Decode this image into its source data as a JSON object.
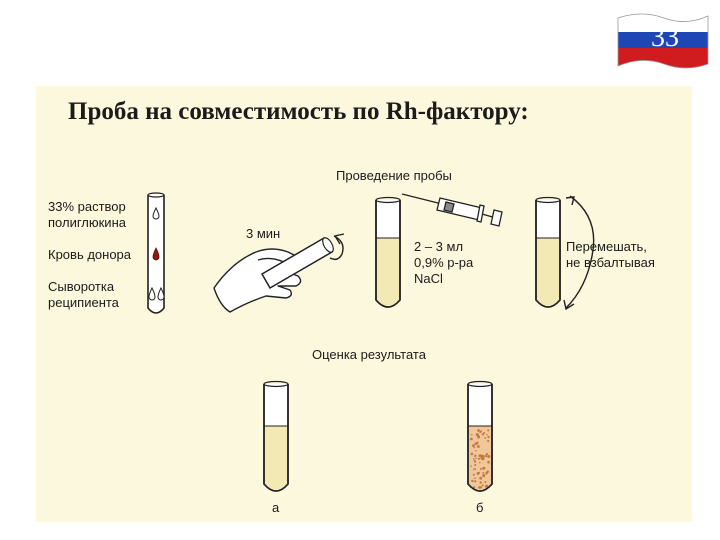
{
  "slide": {
    "number": "33"
  },
  "title": "Проба на совместимость по Rh-фактору:",
  "reagents": {
    "polyglucin": [
      "33% раствор",
      "полиглюкина"
    ],
    "donor_blood": "Кровь донора",
    "serum": [
      "Сыворотка",
      "реципиента"
    ]
  },
  "time_label": "3 мин",
  "procedure": {
    "heading": "Проведение пробы",
    "saline": [
      "2 – 3 мл",
      "0,9% р-ра",
      "NaCl"
    ],
    "mix": [
      "Перемешать,",
      "не взбалтывая"
    ]
  },
  "evaluation": {
    "heading": "Оценка результата",
    "tube_a": "а",
    "tube_b": "б"
  },
  "colors": {
    "background": "#fcf8de",
    "liquid": "#f3e9b4",
    "blood": "#8b1a10",
    "agglutinated": "#f1c79a",
    "agglutinate_dots": "#c27a45",
    "flag_white": "#ffffff",
    "flag_blue": "#1e46b4",
    "flag_red": "#d01c1f"
  },
  "icons": [
    "russian-flag-icon",
    "syringe-icon",
    "hand-icon",
    "rotate-arrow-icon",
    "curved-arrow-icon"
  ]
}
